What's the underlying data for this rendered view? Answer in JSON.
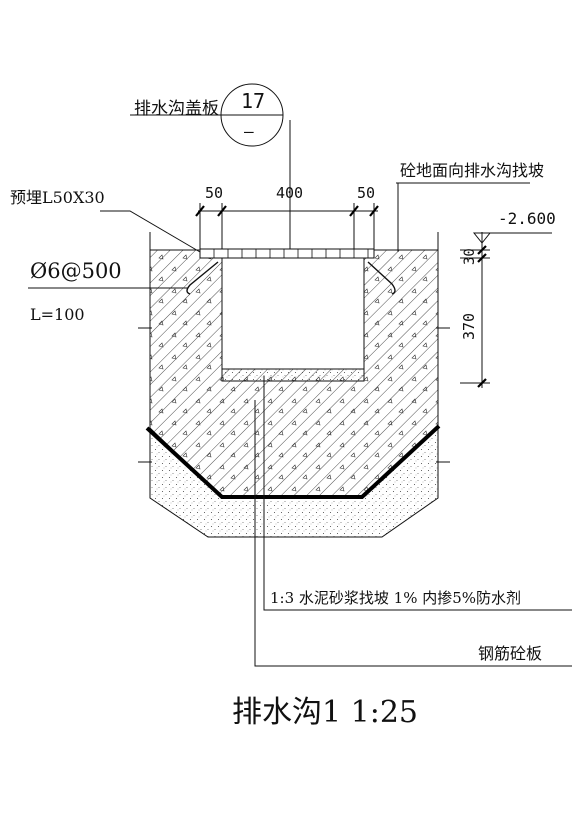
{
  "labels": {
    "cover_plate": "排水沟盖板",
    "detail_number": "17",
    "detail_sheet": "—",
    "embedded": "预埋L50X30",
    "slope_note": "砼地面向排水沟找坡",
    "rebar": "Ø6@500",
    "rebar_length": "L=100",
    "mortar_note": "1:3  水泥砂浆找坡 1%  内掺5%防水剂",
    "rc_slab": "钢筋砼板"
  },
  "dimensions": {
    "left_flange": "50",
    "opening": "400",
    "right_flange": "50",
    "elevation": "-2.600",
    "top_thickness": "30",
    "depth": "370"
  },
  "title": "排水沟1 1:25"
}
